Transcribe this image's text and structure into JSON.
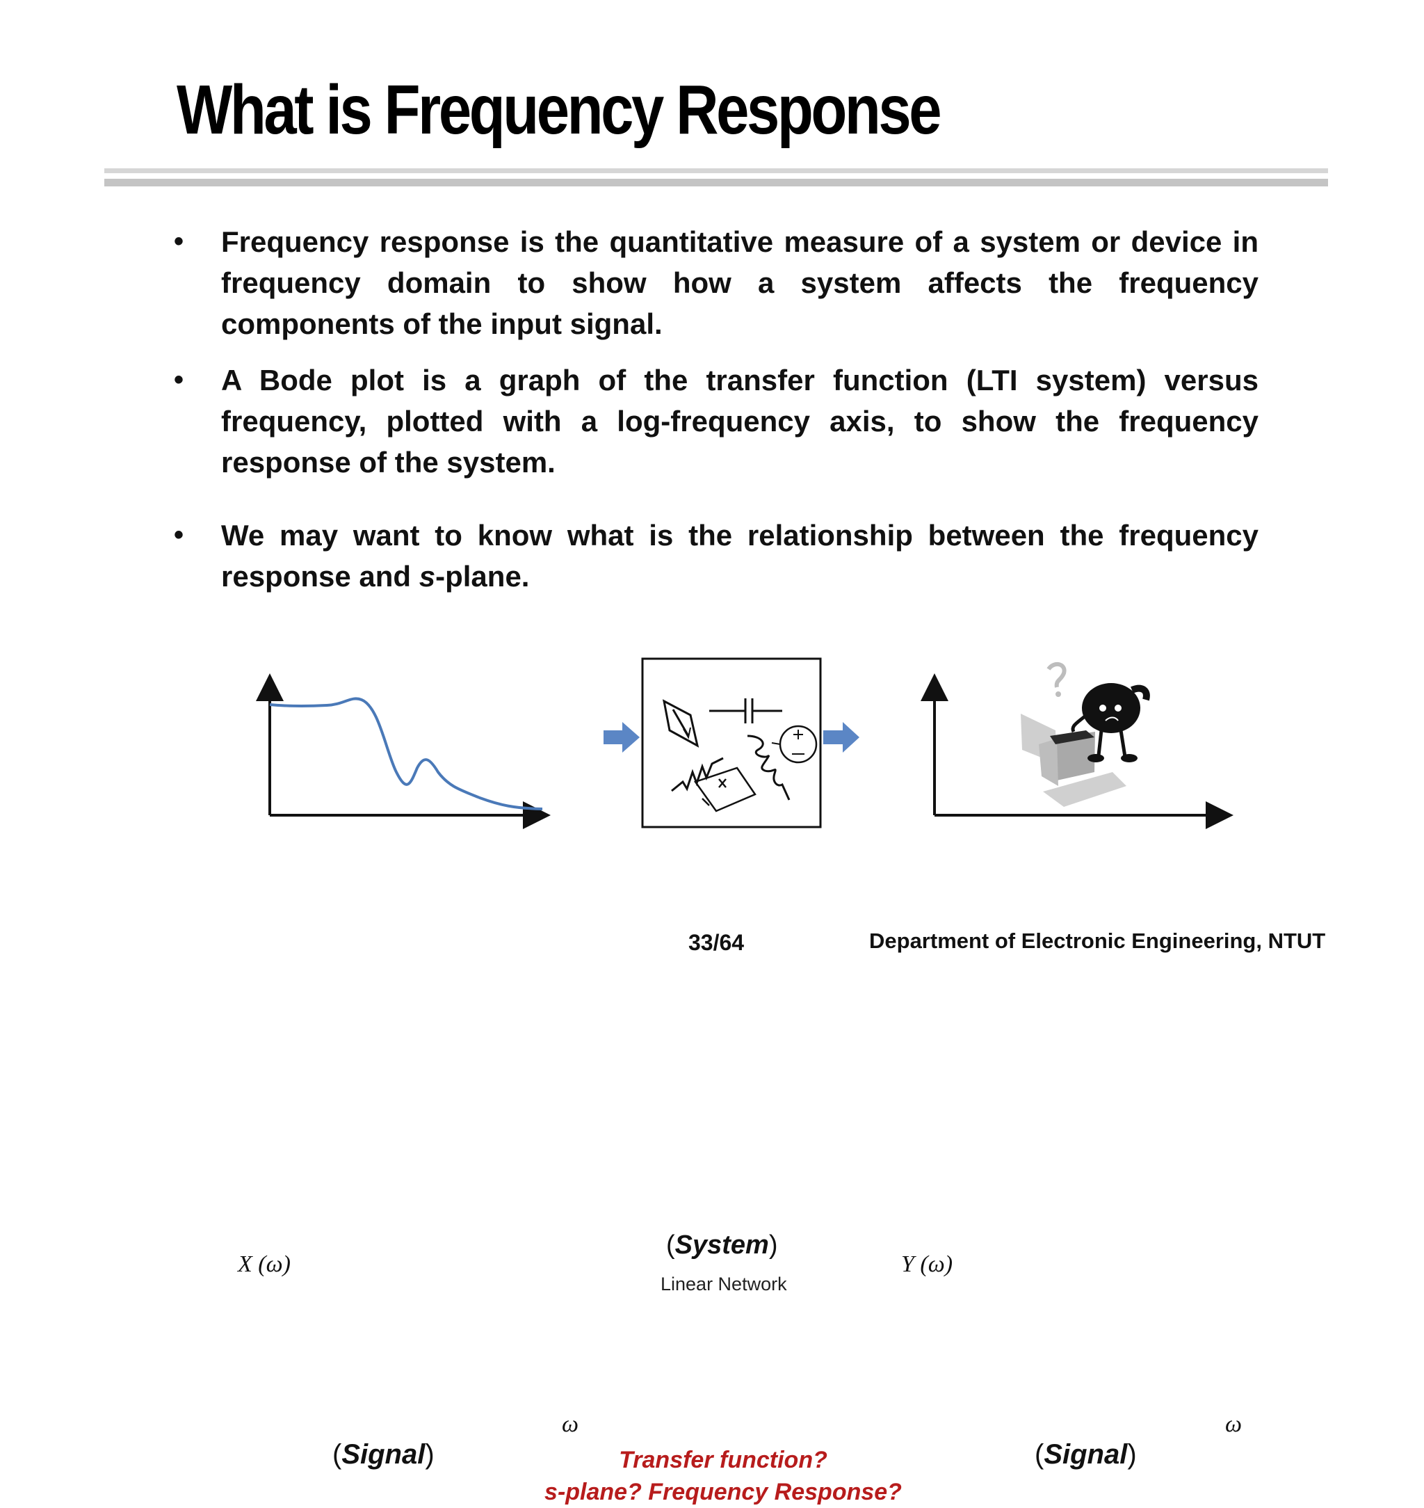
{
  "slide": {
    "title": "What is Frequency Response",
    "bullets": [
      "Frequency response is the quantitative measure of a system or device in frequency domain to show how a system affects the frequency components of the input signal.",
      "A Bode plot is a graph of the transfer function (LTI system) versus frequency, plotted with a log-frequency axis, to show the frequency response of the system."
    ],
    "bullet3": {
      "pre": "We may want to know what is the relationship between the frequency response and ",
      "italic": "s",
      "post": "-plane."
    },
    "bullet_symbol": "•"
  },
  "diagram": {
    "input_axis_label": "X (ω)",
    "output_axis_label": "Y (ω)",
    "omega": "ω",
    "signal_word": "Signal",
    "system_word": "System",
    "box_label": "Linear Network",
    "question_line1": "Transfer function?",
    "question_line2": "s-plane? Frequency Response?",
    "arrow_color": "#5b86c5",
    "curve_color": "#4a79b8",
    "question_color": "#b71c1c"
  },
  "footer": {
    "page": "33/64",
    "department": "Department of Electronic Engineering, NTUT"
  }
}
